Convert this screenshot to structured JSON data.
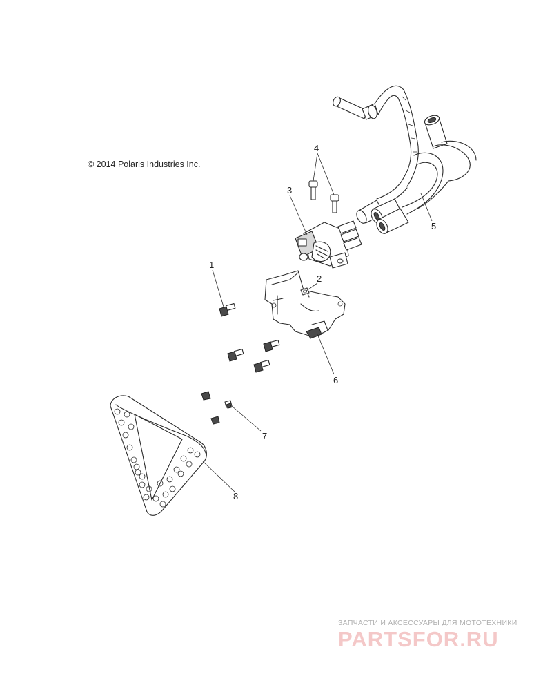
{
  "copyright": "© 2014 Polaris Industries Inc.",
  "callouts": [
    {
      "id": "1",
      "label": "1"
    },
    {
      "id": "2",
      "label": "2"
    },
    {
      "id": "3",
      "label": "3"
    },
    {
      "id": "4",
      "label": "4"
    },
    {
      "id": "5",
      "label": "5"
    },
    {
      "id": "6",
      "label": "6"
    },
    {
      "id": "7",
      "label": "7"
    },
    {
      "id": "8",
      "label": "8"
    }
  ],
  "watermark": {
    "tagline": "ЗАПЧАСТИ И АКСЕССУАРЫ ДЛЯ МОТОТЕХНИКИ",
    "logo": "PARTSFOR.RU"
  }
}
